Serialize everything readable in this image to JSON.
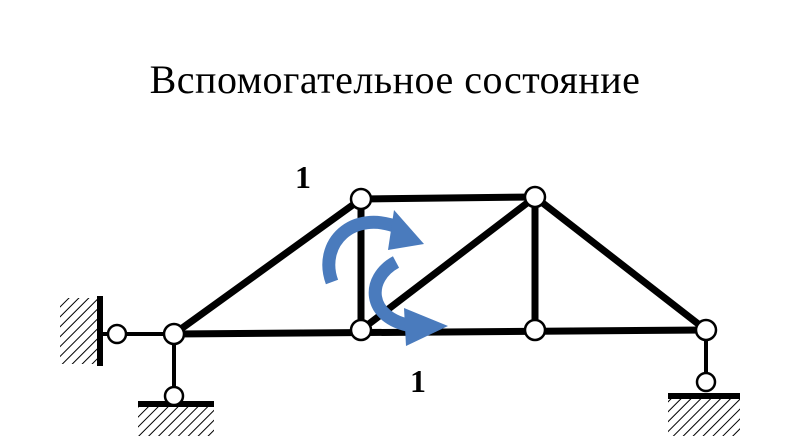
{
  "title": "Вспомогательное  состояние",
  "labels": {
    "force_top": "1",
    "force_bottom": "1"
  },
  "colors": {
    "member": "#000000",
    "arrow": "#4a7bbd",
    "node_fill": "#ffffff"
  },
  "icons": [
    "clockwise-arrow-icon",
    "counterclockwise-arrow-icon",
    "pin-support-icon",
    "roller-support-icon",
    "wall-support-icon"
  ]
}
